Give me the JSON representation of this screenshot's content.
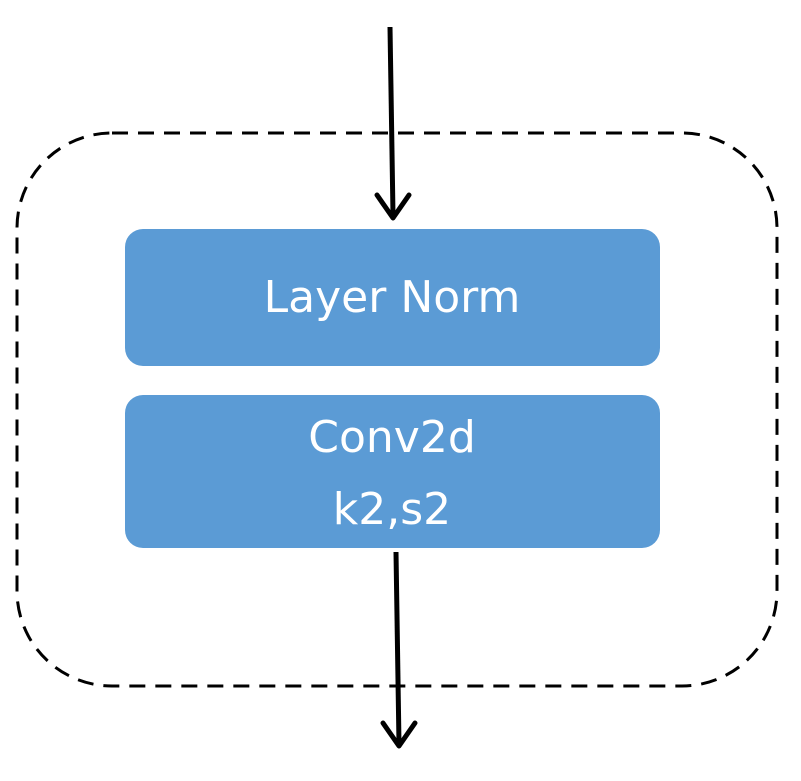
{
  "blocks": [
    {
      "id": "layer-norm",
      "lines": [
        "Layer Norm"
      ]
    },
    {
      "id": "conv2d",
      "lines": [
        "Conv2d",
        "k2,s2"
      ]
    }
  ],
  "colors": {
    "block_fill": "#5b9bd5",
    "block_text": "#ffffff",
    "arrow": "#000000",
    "container_border": "#000000",
    "background": "#ffffff"
  },
  "container": {
    "border_style": "dashed"
  }
}
